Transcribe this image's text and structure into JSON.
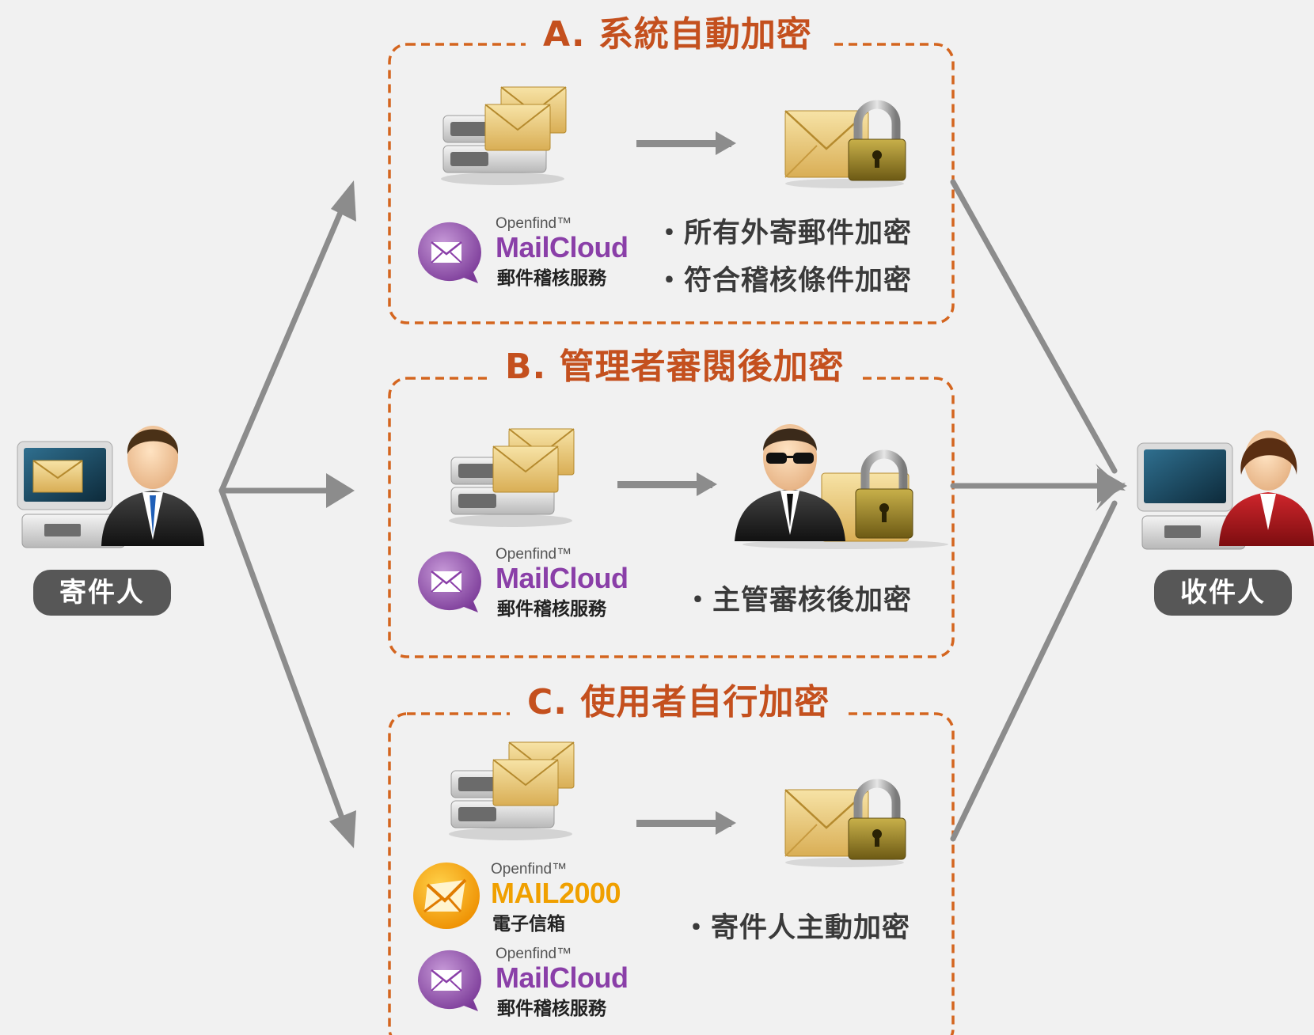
{
  "sender": {
    "label": "寄件人"
  },
  "receiver": {
    "label": "收件人"
  },
  "boxes": [
    {
      "title": "A. 系統自動加密",
      "bullets": [
        "・所有外寄郵件加密",
        "・符合稽核條件加密"
      ]
    },
    {
      "title": "B. 管理者審閱後加密",
      "bullets": [
        "・主管審核後加密"
      ]
    },
    {
      "title": "C. 使用者自行加密",
      "bullets": [
        "・寄件人主動加密"
      ]
    }
  ],
  "brands": {
    "mailcloud": {
      "openfind": "Openfind™",
      "name": "MailCloud",
      "sub": "郵件稽核服務"
    },
    "mail2000": {
      "openfind": "Openfind™",
      "name": "MAIL2000",
      "sub": "電子信箱"
    }
  },
  "colors": {
    "accent": "#c4501e",
    "dash_border": "#d4651f",
    "arrow": "#8c8c8c",
    "label_bg": "#575757",
    "mailcloud_purple": "#8a3fa8",
    "mail2000_orange": "#f0a000"
  }
}
